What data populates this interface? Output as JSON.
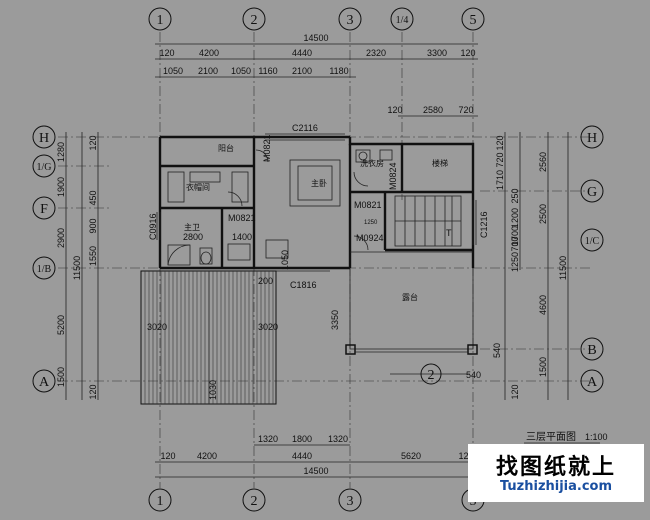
{
  "drawing": {
    "title": "三层平面图",
    "scale": "1:100"
  },
  "grid_labels": {
    "top": [
      "1",
      "2",
      "3",
      "1/4",
      "5"
    ],
    "bottom": [
      "1",
      "2",
      "3",
      "5"
    ],
    "left": [
      "H",
      "1/G",
      "F",
      "1/B",
      "A"
    ],
    "right": [
      "H",
      "G",
      "1/C",
      "B",
      "A"
    ]
  },
  "dimensions": {
    "top_total": "14500",
    "top_row2": [
      "120",
      "4200",
      "4440",
      "2320",
      "3300",
      "120"
    ],
    "top_row3": [
      "1050",
      "2100",
      "1050",
      "1160",
      "2100",
      "1180"
    ],
    "top_row4": [
      "120",
      "2580",
      "720"
    ],
    "bottom_row1": [
      "1320",
      "1800",
      "1320"
    ],
    "bottom_row2": [
      "120",
      "4200",
      "4440",
      "5620",
      "120"
    ],
    "bottom_total": "14500",
    "left_outer": [
      "1280",
      "1900",
      "2900",
      "5200",
      "1500"
    ],
    "left_total": "11500",
    "left_inner": [
      "120",
      "450",
      "900",
      "1550",
      "120"
    ],
    "right_outer": [
      "2560",
      "2500",
      "4600",
      "1500"
    ],
    "right_total": "11500",
    "right_inner": [
      "120",
      "720",
      "1710",
      "250",
      "1200",
      "1700",
      "700",
      "1250",
      "120"
    ]
  },
  "rooms": {
    "balcony": "阳台",
    "cloakroom": "衣帽间",
    "master_bedroom": "主卧",
    "laundry": "洗衣房",
    "stair": "楼梯",
    "master_bath": "主卫",
    "terrace": "露台"
  },
  "tags": {
    "window_top": "C2116",
    "door_balcony": "M0821",
    "door_laundry": "M0824",
    "door_stair": "M0821",
    "door_master": "M0924",
    "door_bath": "M0821",
    "window_bath": "C0916",
    "window_stair": "C1216",
    "window_bottom": "C1816",
    "bath_width": "2800",
    "bath_depth": "1400",
    "stair_label": "T",
    "stair_1250": "1250",
    "pergola_left": "3020",
    "pergola_right": "3020",
    "pergola_bottom": "1030",
    "small_1050": "1050",
    "small_200": "200",
    "terrace_3350": "3350",
    "right_540a": "540",
    "right_540b": "540",
    "marker": "2"
  },
  "watermark": {
    "text": "找图纸就上",
    "url": "Tuzhizhijia.com"
  }
}
